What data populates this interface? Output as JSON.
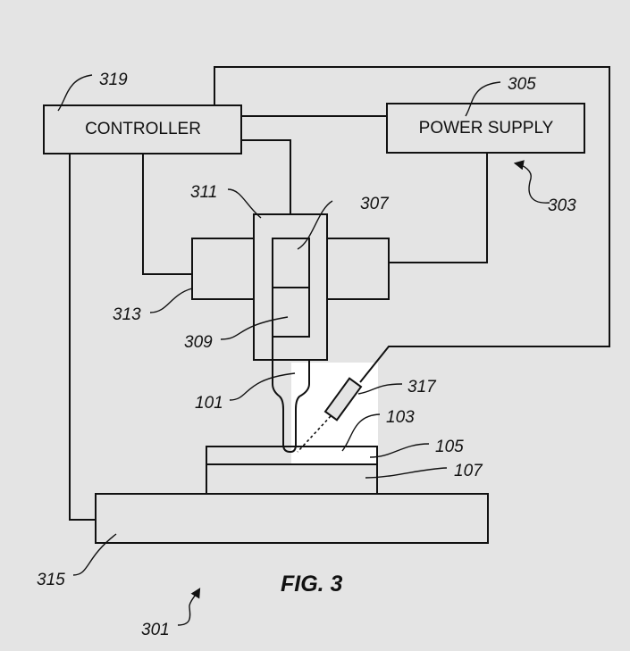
{
  "figure": {
    "caption": "FIG. 3",
    "blocks": {
      "controller": "CONTROLLER",
      "power_supply": "POWER SUPPLY"
    },
    "refs": {
      "r319": "319",
      "r305": "305",
      "r303": "303",
      "r311": "311",
      "r307": "307",
      "r313": "313",
      "r309": "309",
      "r101": "101",
      "r317": "317",
      "r103": "103",
      "r105": "105",
      "r107": "107",
      "r315": "315",
      "r301": "301"
    }
  }
}
